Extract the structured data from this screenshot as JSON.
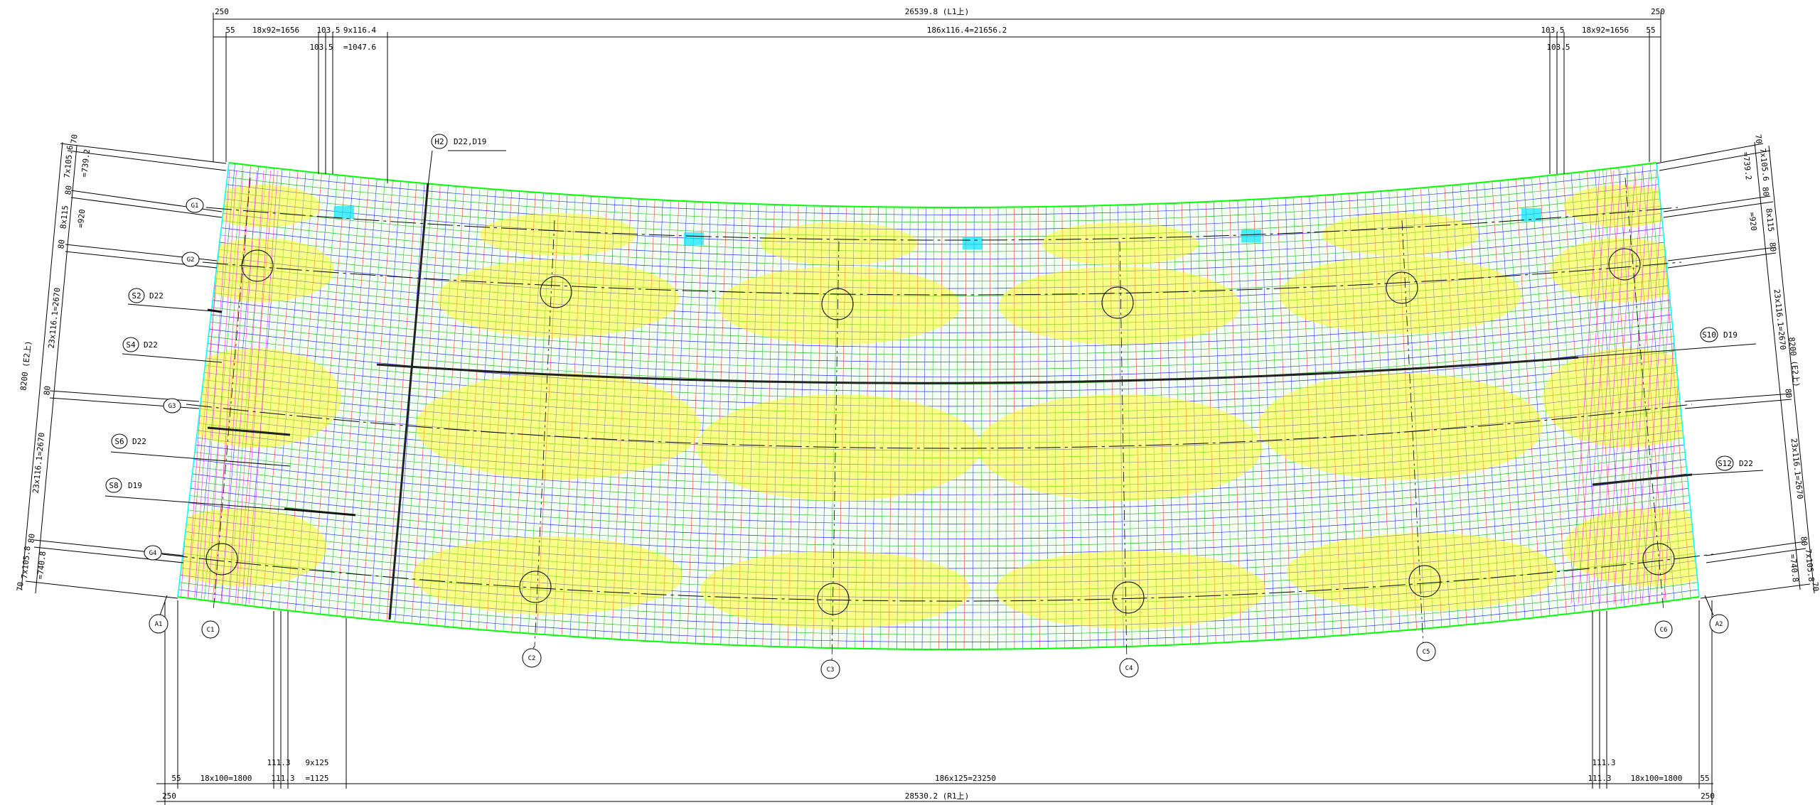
{
  "colors": {
    "background": "#ffffff",
    "outline_green": "#00ff00",
    "mesh_red": "#ff0000",
    "mesh_blue": "#0000ff",
    "mesh_green": "#00aa00",
    "mesh_magenta": "#ff00ff",
    "mesh_cyan": "#00e5ff",
    "hatch_yellow": "#ffff00",
    "edge_cyan": "#00ffff",
    "dimension_black": "#000000"
  },
  "dimensions": {
    "top": {
      "total": "26539.8 (L1上)",
      "end_left": "250",
      "end_right": "250",
      "seg_55_left": "55",
      "seg_18x92_left": "18x92=1656",
      "seg_1035_left": "103.5",
      "seg_1035_left_b": "103.5",
      "seg_9x1164": "9x116.4",
      "seg_10476": "=1047.6",
      "seg_main": "186x116.4=21656.2",
      "seg_1035_right": "103.5",
      "seg_1035_right_b": "103.5",
      "seg_18x92_right": "18x92=1656",
      "seg_55_right": "55"
    },
    "bottom": {
      "total": "28530.2 (R1上)",
      "end_left": "250",
      "end_right": "250",
      "seg_55_left": "55",
      "seg_18x100_left": "18x100=1800",
      "seg_1113_left_a": "111.3",
      "seg_1113_left_b": "111.3",
      "seg_9x125": "9x125",
      "seg_1125": "=1125",
      "seg_main": "186x125=23250",
      "seg_1113_right_a": "111.3",
      "seg_1113_right_b": "111.3",
      "seg_18x100_right": "18x100=1800",
      "seg_55_right": "55"
    },
    "left": {
      "total": "8200 (E2上)",
      "top_70": "70",
      "seg_7x1056": "7x105.6",
      "seg_7392": "=739.2",
      "seg_80_a": "80",
      "seg_8x115": "8x115",
      "seg_920": "=920",
      "seg_80_b": "80",
      "seg_23x116_a": "23x116.1=2670",
      "seg_80_c": "80",
      "seg_23x116_b": "23x116.1=2670",
      "seg_80_d": "80",
      "seg_7x1058": "7x105.8",
      "seg_7408": "=740.8",
      "bottom_70": "70"
    },
    "right": {
      "total": "8200 (E2上)",
      "top_70": "70",
      "seg_7x1056": "7x105.6",
      "seg_7392": "=739.2",
      "seg_80_a": "80",
      "seg_8x115": "8x115",
      "seg_920": "=920",
      "seg_80_b": "80",
      "seg_23x116_a": "23x116.1=2670",
      "seg_80_c": "80",
      "seg_23x116_b": "23x116.1=2670",
      "seg_80_d": "80",
      "seg_7x1058": "7x105.8",
      "seg_7408": "=740.8",
      "bottom_70": "70"
    }
  },
  "bar_labels": {
    "h2": {
      "tag": "H2",
      "text": "D22,D19"
    },
    "s2": {
      "tag": "S2",
      "text": "D22"
    },
    "s4": {
      "tag": "S4",
      "text": "D22"
    },
    "s6": {
      "tag": "S6",
      "text": "D22"
    },
    "s8": {
      "tag": "S8",
      "text": "D19"
    },
    "s10": {
      "tag": "S10",
      "text": "D19"
    },
    "s12": {
      "tag": "S12",
      "text": "D22"
    }
  },
  "girder_tags": {
    "g1": "G1",
    "g2": "G2",
    "g3": "G3",
    "g4": "G4"
  },
  "axis_tags": {
    "a1": "A1",
    "c1": "C1",
    "c2": "C2",
    "c3": "C3",
    "c4": "C4",
    "c5": "C5",
    "c6": "C6",
    "a2": "A2"
  }
}
